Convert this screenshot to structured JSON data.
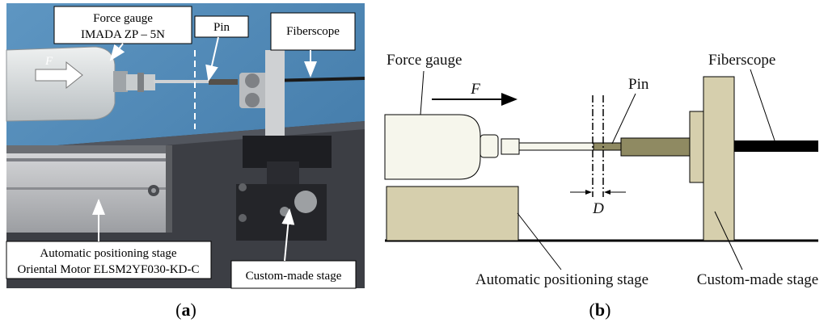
{
  "panel_a": {
    "label_open": "(",
    "label_letter": "a",
    "label_close": ")",
    "callouts": {
      "force_gauge_line1": "Force gauge",
      "force_gauge_line2": "IMADA ZP – 5N",
      "pin": "Pin",
      "fiberscope": "Fiberscope",
      "stage_line1": "Automatic positioning stage",
      "stage_line2": "Oriental Motor ELSM2YF030-KD-C",
      "custom_stage": "Custom-made stage"
    },
    "force_symbol": "F"
  },
  "panel_b": {
    "label_open": "(",
    "label_letter": "b",
    "label_close": ")",
    "labels": {
      "force_gauge": "Force gauge",
      "force_symbol": "F",
      "pin": "Pin",
      "fiberscope": "Fiberscope",
      "distance_symbol": "D",
      "automatic_stage": "Automatic positioning stage",
      "custom_stage": "Custom-made stage"
    }
  },
  "colors": {
    "photo_wall": "#4d86b4",
    "photo_table": "#3a3c42",
    "stage_fill": "#d6cfad",
    "pin_fill": "#8f8a62",
    "gauge_fill": "#f6f6ec",
    "line": "#000000"
  }
}
